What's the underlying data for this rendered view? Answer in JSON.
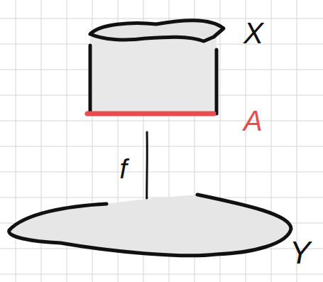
{
  "diagram": {
    "nodes": [
      {
        "text": [
          "X"
        ]
      },
      {
        "text": [
          "Y"
        ]
      }
    ],
    "edges": [
      {
        "from": 0,
        "to": 1,
        "label": "f",
        "arrow": "to"
      }
    ],
    "labels": [
      "A"
    ]
  }
}
